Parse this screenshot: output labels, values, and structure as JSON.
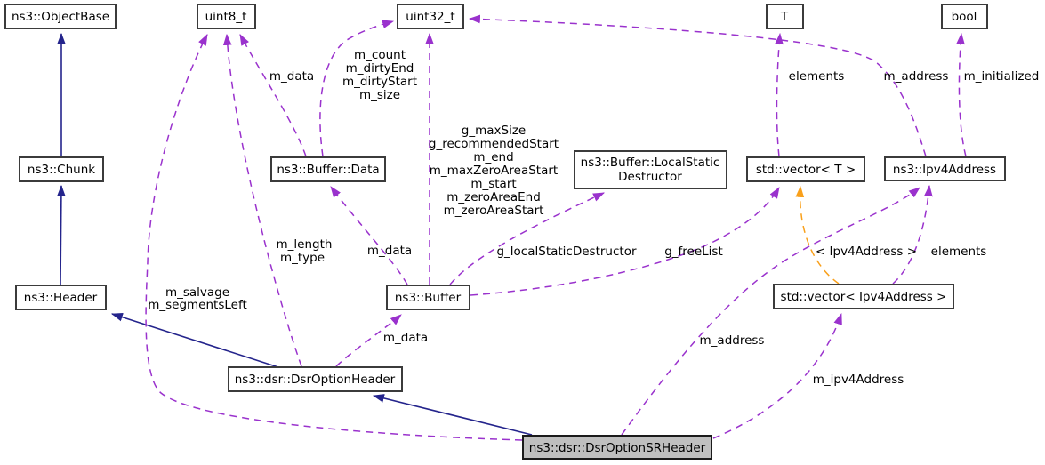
{
  "diagram": {
    "kind": "collaboration-graph",
    "colors": {
      "member_edge": "#9a32cd",
      "inheritance_edge": "#24248c",
      "template_edge": "#f9a01b",
      "highlight_fill": "#bfbfbf"
    }
  },
  "nodes": {
    "objectbase": {
      "label": "ns3::ObjectBase"
    },
    "uint8": {
      "label": "uint8_t"
    },
    "uint32": {
      "label": "uint32_t"
    },
    "t": {
      "label": "T"
    },
    "bool": {
      "label": "bool"
    },
    "chunk": {
      "label": "ns3::Chunk"
    },
    "buffer_data": {
      "label": "ns3::Buffer::Data"
    },
    "local_static": {
      "line1": "ns3::Buffer::LocalStatic",
      "line2": "Destructor"
    },
    "vector_t": {
      "label": "std::vector< T >"
    },
    "ipv4address": {
      "label": "ns3::Ipv4Address"
    },
    "header": {
      "label": "ns3::Header"
    },
    "buffer": {
      "label": "ns3::Buffer"
    },
    "vector_ipv4": {
      "label": "std::vector< Ipv4Address >"
    },
    "dsr_option_header": {
      "label": "ns3::dsr::DsrOptionHeader"
    },
    "dsr_option_sr_header": {
      "label": "ns3::dsr::DsrOptionSRHeader"
    }
  },
  "edge_labels": {
    "m_data_bufferdata_uint8": "m_data",
    "m_count_group": [
      "m_count",
      "m_dirtyEnd",
      "m_dirtyStart",
      "m_size"
    ],
    "g_buffer_uint32_group": [
      "g_maxSize",
      "g_recommendedStart",
      "m_end",
      "m_maxZeroAreaStart",
      "m_start",
      "m_zeroAreaEnd",
      "m_zeroAreaStart"
    ],
    "elements_vectort_t": "elements",
    "m_address_ipv4_uint32": "m_address",
    "m_initialized": "m_initialized",
    "m_length_group": [
      "m_length",
      "m_type"
    ],
    "m_data_buffer_bufferdata": "m_data",
    "g_localStaticDestructor": "g_localStaticDestructor",
    "g_freeList": "g_freeList",
    "template_arg": "< Ipv4Address >",
    "elements_vectoripv4_ipv4": "elements",
    "m_salvage_group": [
      "m_salvage",
      "m_segmentsLeft"
    ],
    "m_data_optionheader_buffer": "m_data",
    "m_address_srheader_ipv4": "m_address",
    "m_ipv4Address": "m_ipv4Address"
  }
}
